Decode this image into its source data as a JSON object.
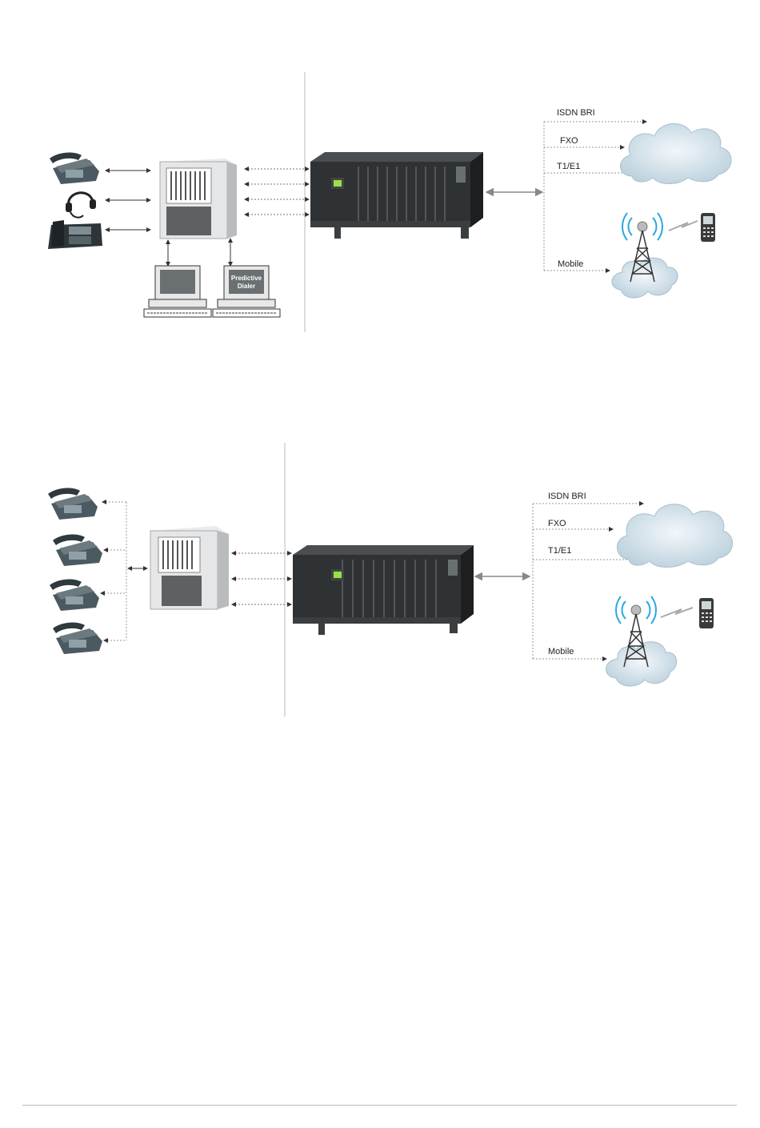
{
  "diagrams": [
    {
      "networks": {
        "isdn": "ISDN BRI",
        "fxo": "FXO",
        "t1e1": "T1/E1",
        "mobile": "Mobile"
      },
      "computer_labels": {
        "dialer_line1": "Predictive",
        "dialer_line2": "Dialer"
      }
    },
    {
      "networks": {
        "isdn": "ISDN BRI",
        "fxo": "FXO",
        "t1e1": "T1/E1",
        "mobile": "Mobile"
      }
    }
  ],
  "colors": {
    "cloud": "#cfe0ea",
    "phone": "#3f4e55",
    "cabinet": "#d6d8da",
    "rack": "#2b2e30",
    "signal": "#2aa7e0",
    "line": "#999999"
  },
  "icons": [
    "desk-phone-icon",
    "headset-icon",
    "ip-phone-icon",
    "pbx-cabinet-icon",
    "computer-icon",
    "gateway-rack-icon",
    "cloud-icon",
    "cell-tower-icon",
    "mobile-phone-icon"
  ]
}
